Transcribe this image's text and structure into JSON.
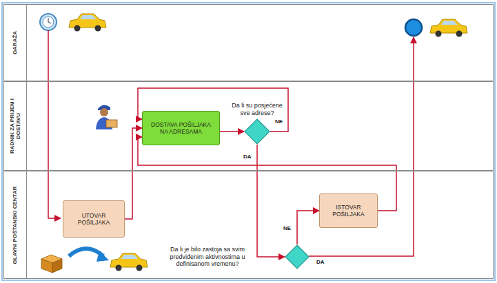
{
  "diagram": {
    "nodes": [
      {
        "text": [
          "GARAŽA"
        ]
      },
      {
        "text": [
          "RADNIK ZA PRIJEM I DOSTAVU"
        ]
      },
      {
        "text": [
          "GLAVNI POŠTANSKI CENTAR"
        ]
      },
      {
        "text": [
          "UTOVAR POŠILJAKA"
        ],
        "in": 2
      },
      {
        "text": [
          "DOSTAVA POŠILJAKA NA ADRESAMA"
        ],
        "in": 1
      },
      {
        "text": [
          "Da li su posjećene sve adrese?"
        ],
        "in": 1
      },
      {
        "text": [
          "ISTOVAR POŠILJAKA"
        ],
        "in": 2
      },
      {
        "text": [
          "Da li je bilo zastoja sa svim predviđenim aktivnostima u definisanom vremenu?"
        ],
        "in": 2
      }
    ],
    "edges": [
      {
        "from": 3,
        "to": 4,
        "arrow": "to"
      },
      {
        "from": 4,
        "to": 5,
        "arrow": "to"
      },
      {
        "from": 5,
        "to": 4,
        "label": "NE",
        "arrow": "to"
      },
      {
        "from": 5,
        "to": 7,
        "label": "DA",
        "arrow": "to"
      },
      {
        "from": 7,
        "to": 6,
        "label": "NE",
        "arrow": "to"
      },
      {
        "from": 6,
        "to": 4,
        "arrow": "to"
      }
    ],
    "labels": [
      "DA"
    ]
  }
}
